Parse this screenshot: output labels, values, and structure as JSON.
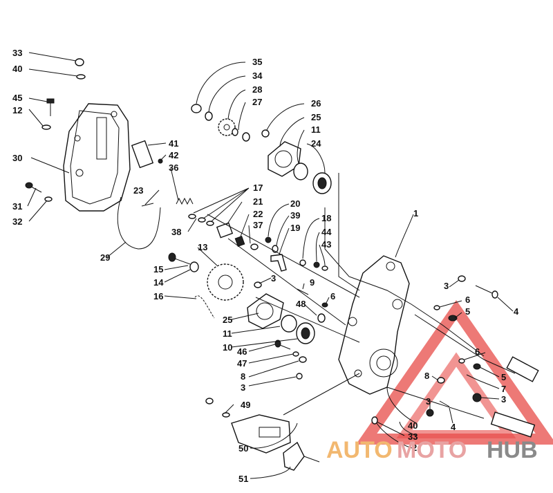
{
  "diagram": {
    "callouts": [
      {
        "id": "c33a",
        "text": "33"
      },
      {
        "id": "c40a",
        "text": "40"
      },
      {
        "id": "c45",
        "text": "45"
      },
      {
        "id": "c12",
        "text": "12"
      },
      {
        "id": "c30",
        "text": "30"
      },
      {
        "id": "c31",
        "text": "31"
      },
      {
        "id": "c32",
        "text": "32"
      },
      {
        "id": "c29",
        "text": "29"
      },
      {
        "id": "c41",
        "text": "41"
      },
      {
        "id": "c42",
        "text": "42"
      },
      {
        "id": "c36",
        "text": "36"
      },
      {
        "id": "c23",
        "text": "23"
      },
      {
        "id": "c35",
        "text": "35"
      },
      {
        "id": "c34",
        "text": "34"
      },
      {
        "id": "c28",
        "text": "28"
      },
      {
        "id": "c27",
        "text": "27"
      },
      {
        "id": "c26",
        "text": "26"
      },
      {
        "id": "c25a",
        "text": "25"
      },
      {
        "id": "c11a",
        "text": "11"
      },
      {
        "id": "c24",
        "text": "24"
      },
      {
        "id": "c17",
        "text": "17"
      },
      {
        "id": "c21",
        "text": "21"
      },
      {
        "id": "c22",
        "text": "22"
      },
      {
        "id": "c37",
        "text": "37"
      },
      {
        "id": "c38",
        "text": "38"
      },
      {
        "id": "c20",
        "text": "20"
      },
      {
        "id": "c39",
        "text": "39"
      },
      {
        "id": "c19",
        "text": "19"
      },
      {
        "id": "c18",
        "text": "18"
      },
      {
        "id": "c44",
        "text": "44"
      },
      {
        "id": "c43",
        "text": "43"
      },
      {
        "id": "c1",
        "text": "1"
      },
      {
        "id": "c13",
        "text": "13"
      },
      {
        "id": "c15",
        "text": "15"
      },
      {
        "id": "c14",
        "text": "14"
      },
      {
        "id": "c16",
        "text": "16"
      },
      {
        "id": "c3a",
        "text": "3"
      },
      {
        "id": "c9",
        "text": "9"
      },
      {
        "id": "c6a",
        "text": "6"
      },
      {
        "id": "c48",
        "text": "48"
      },
      {
        "id": "c25b",
        "text": "25"
      },
      {
        "id": "c11b",
        "text": "11"
      },
      {
        "id": "c10",
        "text": "10"
      },
      {
        "id": "c46",
        "text": "46"
      },
      {
        "id": "c47",
        "text": "47"
      },
      {
        "id": "c8a",
        "text": "8"
      },
      {
        "id": "c3b",
        "text": "3"
      },
      {
        "id": "c49",
        "text": "49"
      },
      {
        "id": "c50",
        "text": "50"
      },
      {
        "id": "c51",
        "text": "51"
      },
      {
        "id": "c3c",
        "text": "3"
      },
      {
        "id": "c6b",
        "text": "6"
      },
      {
        "id": "c5a",
        "text": "5"
      },
      {
        "id": "c4a",
        "text": "4"
      },
      {
        "id": "c6c",
        "text": "6"
      },
      {
        "id": "c5b",
        "text": "5"
      },
      {
        "id": "c7",
        "text": "7"
      },
      {
        "id": "c8b",
        "text": "8"
      },
      {
        "id": "c3d",
        "text": "3"
      },
      {
        "id": "c3e",
        "text": "3"
      },
      {
        "id": "c4b",
        "text": "4"
      },
      {
        "id": "c40b",
        "text": "40"
      },
      {
        "id": "c33b",
        "text": "33"
      },
      {
        "id": "c2",
        "text": "2"
      }
    ]
  },
  "watermark": {
    "part1": "AUTO",
    "part2": "MOTO",
    "part3": "HUB",
    "colors": {
      "auto": "#f2b870",
      "moto": "#e8a3a3",
      "hub": "#8a8a8a",
      "triangle": "#e53935"
    }
  }
}
